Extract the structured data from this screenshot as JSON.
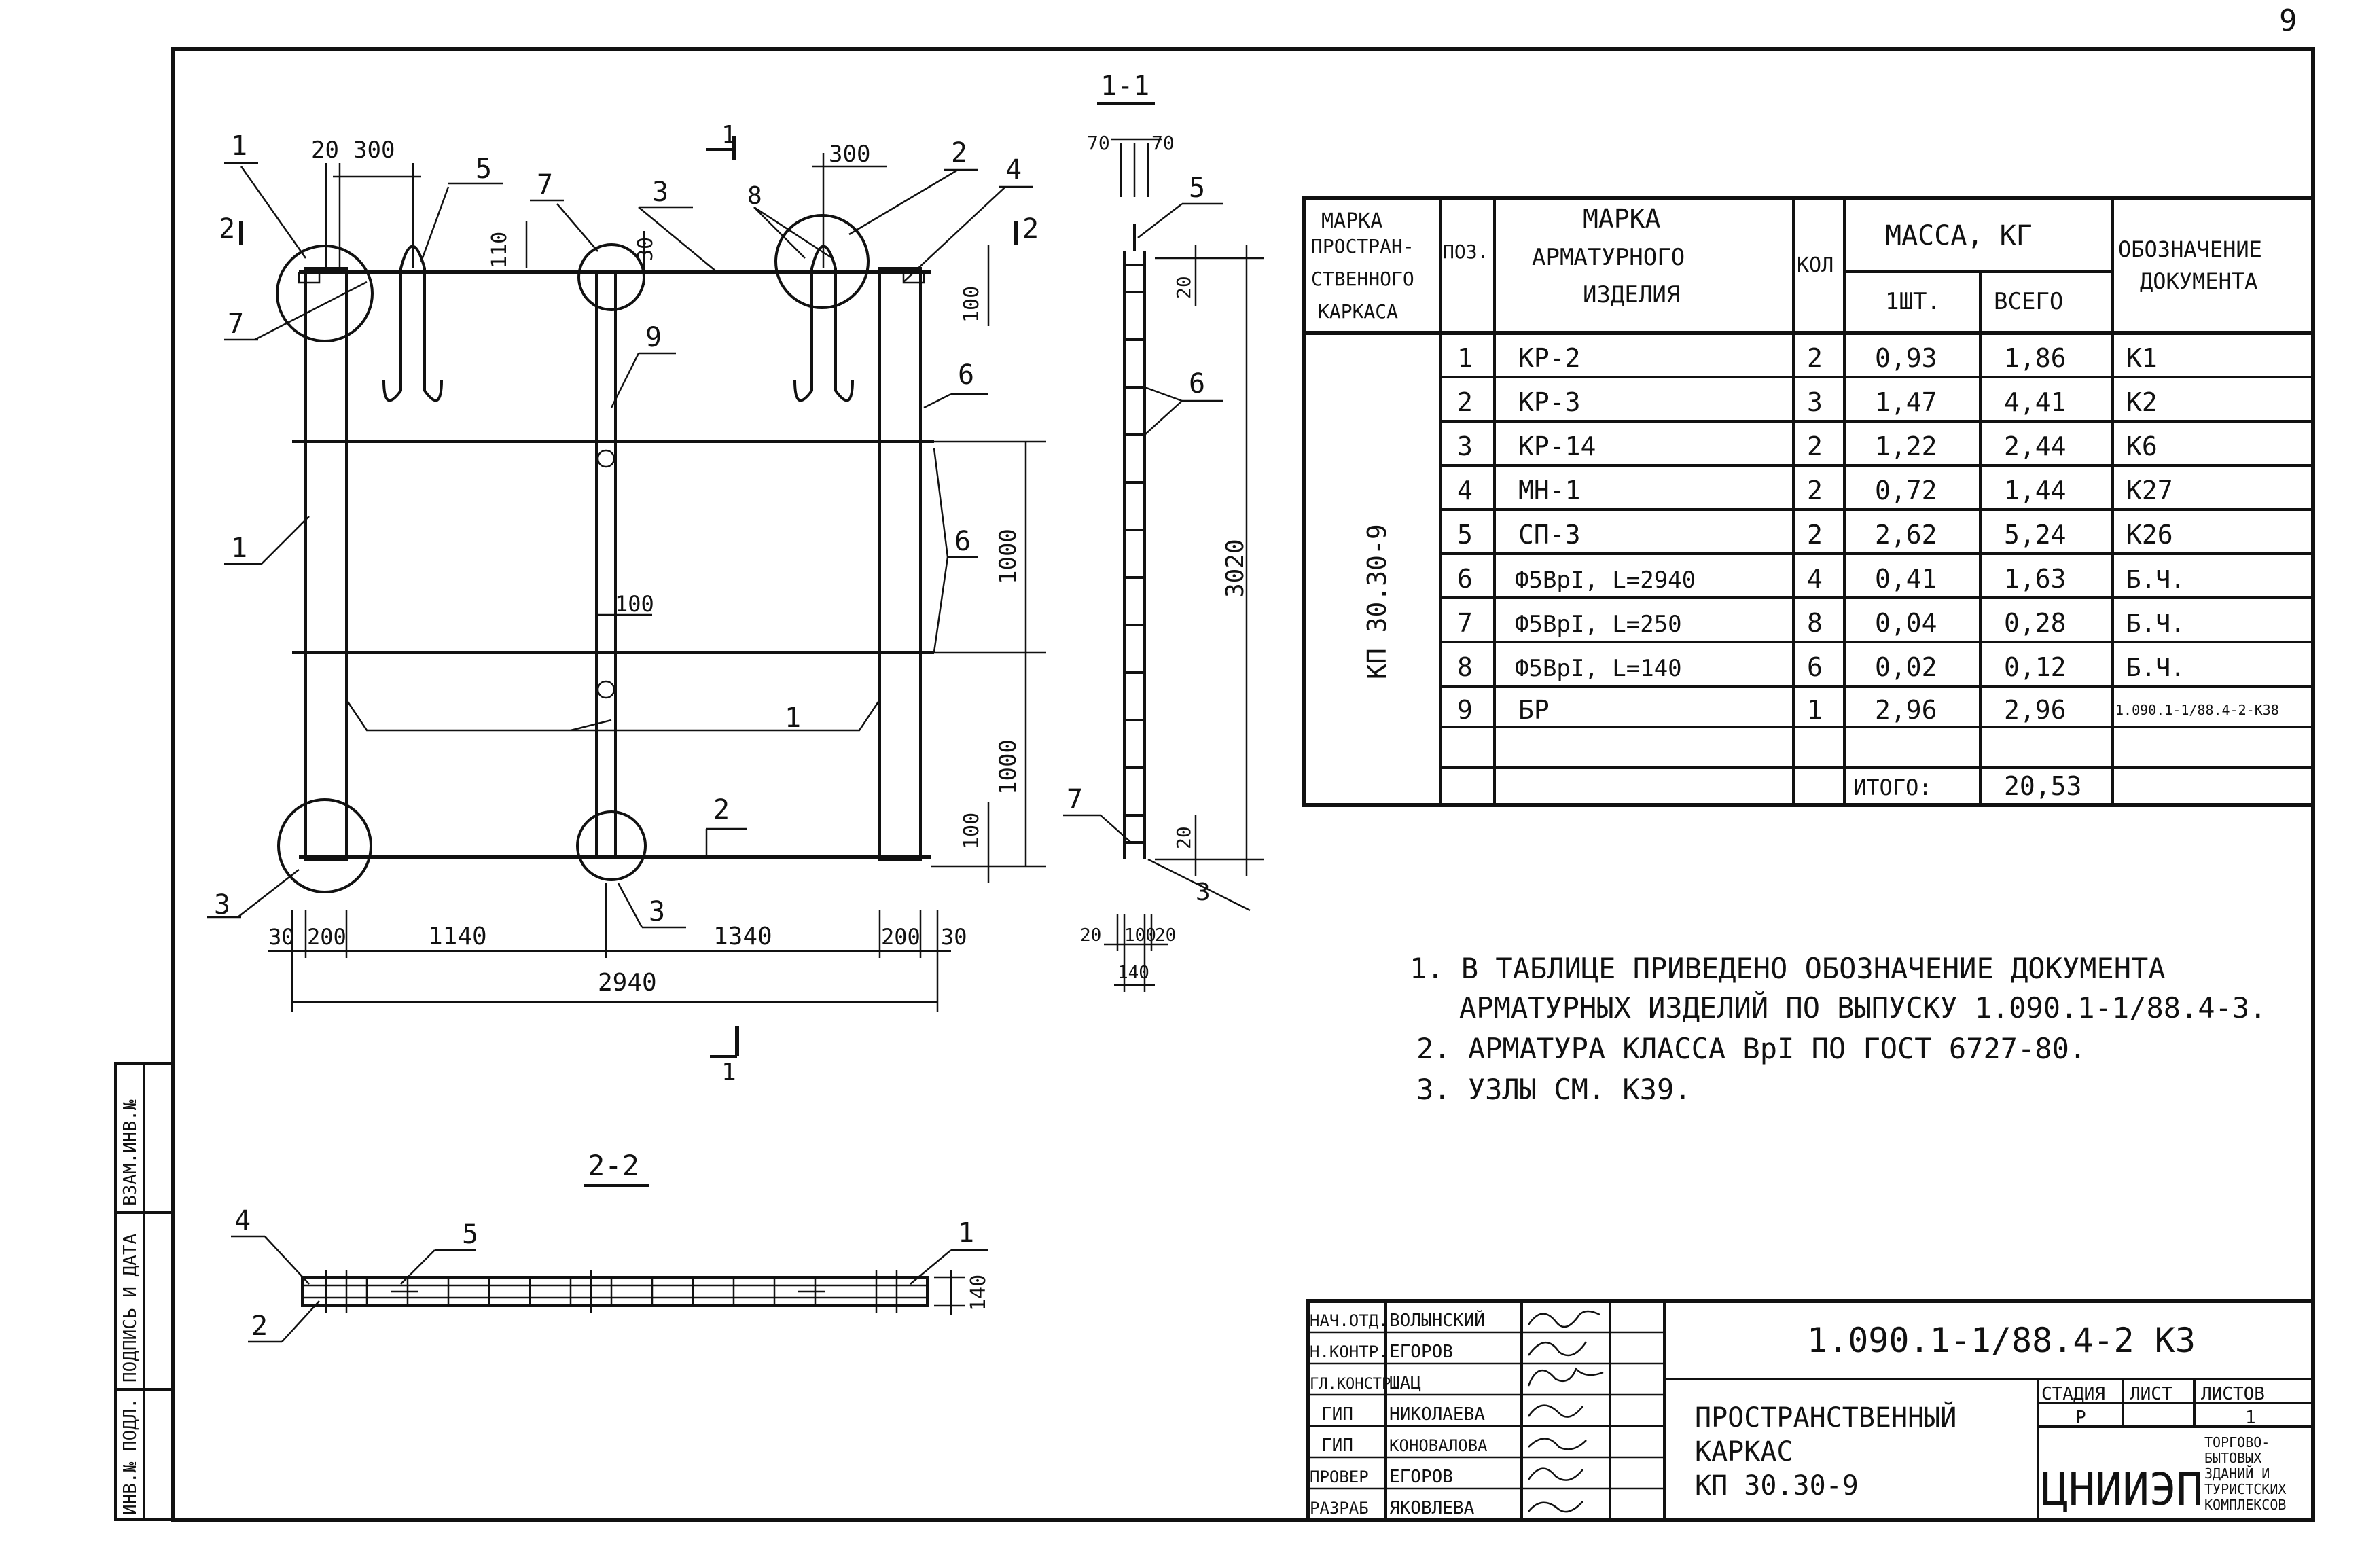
{
  "page_number": "9",
  "section_marks": {
    "s11_title": "1-1",
    "s22_title": "2-2",
    "cut1_top": "1",
    "cut1_bottom": "1",
    "cut2_left": "2",
    "cut2_right": "2"
  },
  "plan": {
    "callouts": [
      "1",
      "5",
      "7",
      "3",
      "8",
      "2",
      "4",
      "7",
      "9",
      "6",
      "1",
      "1",
      "2",
      "3",
      "3",
      "6"
    ],
    "dims": {
      "d20": "20",
      "d300a": "300",
      "d300b": "300",
      "d110": "110",
      "d30": "30",
      "d100_top": "100",
      "d100_mid": "100",
      "d1000a": "1000",
      "d1000b": "1000",
      "d100_bot": "100",
      "b30_l": "30",
      "b200_l": "200",
      "b1140": "1140",
      "b1340": "1340",
      "b200_r": "200",
      "b30_r": "30",
      "b2940": "2940"
    }
  },
  "side": {
    "dims": {
      "d70_l": "70",
      "d70_r": "70",
      "d20_top": "20",
      "d3020": "3020",
      "d20_bot": "20",
      "b20_l": "20",
      "b100": "100",
      "b20_r": "20",
      "b140": "140"
    },
    "callouts": [
      "5",
      "6",
      "7",
      "3"
    ]
  },
  "section22": {
    "callouts": [
      "4",
      "5",
      "1",
      "2"
    ],
    "dim_140": "140"
  },
  "table": {
    "headers": {
      "marka_prostr": [
        "МАРКА",
        "ПРОСТРАН-",
        "СТВЕННОГО",
        "КАРКАСА"
      ],
      "pos": "ПОЗ.",
      "marka_arm": [
        "МАРКА",
        "АРМАТУРНОГО",
        "ИЗДЕЛИЯ"
      ],
      "kol": "КОЛ",
      "massa": "МАССА, КГ",
      "massa_1": "1ШТ.",
      "massa_all": "ВСЕГО",
      "oboz": [
        "ОБОЗНАЧЕНИЕ",
        "ДОКУМЕНТА"
      ]
    },
    "frame_mark": "КП 30.30-9",
    "rows": [
      {
        "pos": "1",
        "mark": "КР-2",
        "qty": "2",
        "m1": "0,93",
        "mall": "1,86",
        "doc": "К1"
      },
      {
        "pos": "2",
        "mark": "КР-3",
        "qty": "3",
        "m1": "1,47",
        "mall": "4,41",
        "doc": "К2"
      },
      {
        "pos": "3",
        "mark": "КР-14",
        "qty": "2",
        "m1": "1,22",
        "mall": "2,44",
        "doc": "К6"
      },
      {
        "pos": "4",
        "mark": "МН-1",
        "qty": "2",
        "m1": "0,72",
        "mall": "1,44",
        "doc": "К27"
      },
      {
        "pos": "5",
        "mark": "СП-3",
        "qty": "2",
        "m1": "2,62",
        "mall": "5,24",
        "doc": "К26"
      },
      {
        "pos": "6",
        "mark": "Ф5ВрI, L=2940",
        "qty": "4",
        "m1": "0,41",
        "mall": "1,63",
        "doc": "Б.Ч."
      },
      {
        "pos": "7",
        "mark": "Ф5ВрI, L=250",
        "qty": "8",
        "m1": "0,04",
        "mall": "0,28",
        "doc": "Б.Ч."
      },
      {
        "pos": "8",
        "mark": "Ф5ВрI, L=140",
        "qty": "6",
        "m1": "0,02",
        "mall": "0,12",
        "doc": "Б.Ч."
      },
      {
        "pos": "9",
        "mark": "БР",
        "qty": "1",
        "m1": "2,96",
        "mall": "2,96",
        "doc": "1.090.1-1/88.4-2-К38"
      }
    ],
    "total_label": "ИТОГО:",
    "total_value": "20,53"
  },
  "notes": [
    "1.  В ТАБЛИЦЕ ПРИВЕДЕНО ОБОЗНАЧЕНИЕ ДОКУМЕНТА",
    "АРМАТУРНЫХ ИЗДЕЛИЙ ПО ВЫПУСКУ 1.090.1-1/88.4-3.",
    "2.  АРМАТУРА КЛАССА ВрI ПО ГОСТ 6727-80.",
    "3.  УЗЛЫ СМ. К39."
  ],
  "side_stamp": [
    "ИНВ.№ ПОДЛ.",
    "ПОДПИСЬ И ДАТА",
    "ВЗАМ.ИНВ.№"
  ],
  "title_block": {
    "doc_code": "1.090.1-1/88.4-2 К3",
    "roles": [
      "НАЧ.ОТД.",
      "Н.КОНТР.",
      "ГЛ.КОНСТР.",
      "ГИП",
      "ГИП",
      "ПРОВЕР",
      "РАЗРАБ"
    ],
    "names": [
      "ВОЛЫНСКИЙ",
      "ЕГОРОВ",
      "ШАЦ",
      "НИКОЛАЕВА",
      "КОНОВАЛОВА",
      "ЕГОРОВ",
      "ЯКОВЛЕВА"
    ],
    "drawing_title": [
      "ПРОСТРАНСТВЕННЫЙ",
      "КАРКАС",
      "КП 30.30-9"
    ],
    "stage_h": "СТАДИЯ",
    "sheet_h": "ЛИСТ",
    "sheets_h": "ЛИСТОВ",
    "stage": "Р",
    "sheets": "1",
    "org_logo": "ЦНИИЭП",
    "org_text": [
      "ТОРГОВО-",
      "БЫТОВЫХ",
      "ЗДАНИЙ И",
      "ТУРИСТСКИХ",
      "КОМПЛЕКСОВ"
    ]
  }
}
